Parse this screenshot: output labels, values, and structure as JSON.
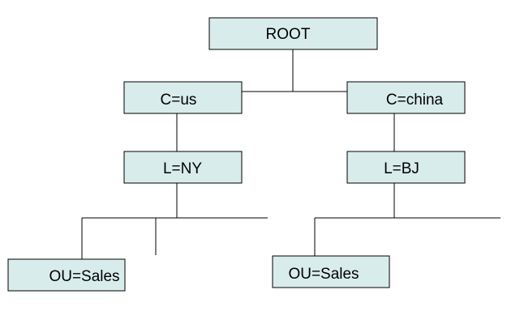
{
  "diagram": {
    "type": "tree",
    "colors": {
      "node_fill": "#d9ecec",
      "node_stroke": "#000000",
      "edge": "#000000",
      "background": "#ffffff"
    },
    "nodes": {
      "root": {
        "label": "ROOT"
      },
      "c_us": {
        "label": "C=us"
      },
      "c_china": {
        "label": "C=china"
      },
      "l_ny": {
        "label": "L=NY"
      },
      "l_bj": {
        "label": "L=BJ"
      },
      "ou_sales_ny": {
        "label": "OU=Sales"
      },
      "ou_sales_bj": {
        "label": "OU=Sales"
      }
    },
    "edges": [
      {
        "from": "root",
        "to": "c_us"
      },
      {
        "from": "root",
        "to": "c_china"
      },
      {
        "from": "c_us",
        "to": "l_ny"
      },
      {
        "from": "c_china",
        "to": "l_bj"
      },
      {
        "from": "l_ny",
        "to": "ou_sales_ny"
      },
      {
        "from": "l_bj",
        "to": "ou_sales_bj"
      }
    ]
  }
}
